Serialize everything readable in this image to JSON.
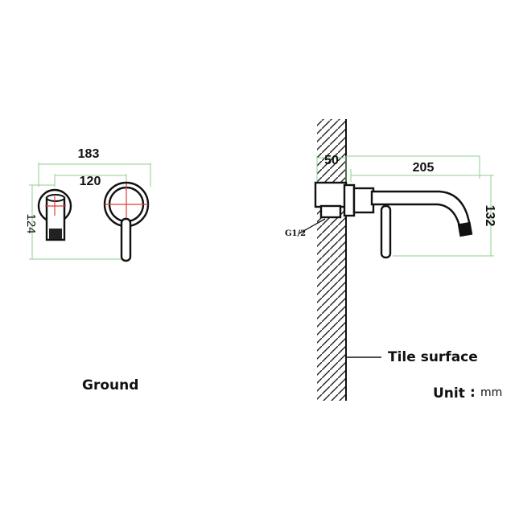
{
  "left_view": {
    "dim_width_outer": "183",
    "dim_width_inner": "120",
    "dim_height": "124",
    "ground_label": "Ground"
  },
  "right_view": {
    "dim_depth": "50",
    "dim_spout_length": "205",
    "dim_spout_height": "132",
    "thread_label": "G1/2",
    "tile_surface_label": "Tile surface",
    "unit_label": "Unit",
    "unit_separator": ":",
    "unit_value": "mm"
  },
  "colors": {
    "dimension_line": "#8fd18f",
    "center_mark": "#e23a3a",
    "outline": "#111111"
  }
}
